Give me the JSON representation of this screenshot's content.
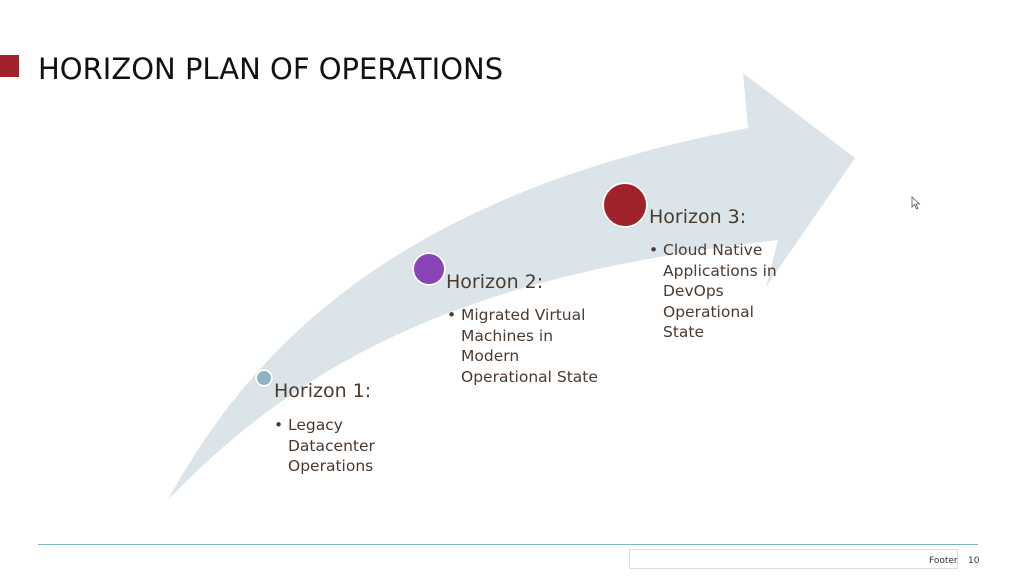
{
  "slide": {
    "title": "HORIZON PLAN OF OPERATIONS",
    "footer": "Footer",
    "page_number": "10"
  },
  "horizons": [
    {
      "heading": "Horizon 1:",
      "bullets": [
        "Legacy Datacenter Operations"
      ],
      "color": "#8db3c4"
    },
    {
      "heading": "Horizon 2:",
      "bullets": [
        "Migrated Virtual Machines in Modern Operational State"
      ],
      "color": "#8b44b8"
    },
    {
      "heading": "Horizon 3:",
      "bullets": [
        "Cloud Native Applications in DevOps Operational State"
      ],
      "color": "#a0222b"
    }
  ],
  "colors": {
    "arrow": "#dbe5e9",
    "accent": "#a0222b"
  }
}
